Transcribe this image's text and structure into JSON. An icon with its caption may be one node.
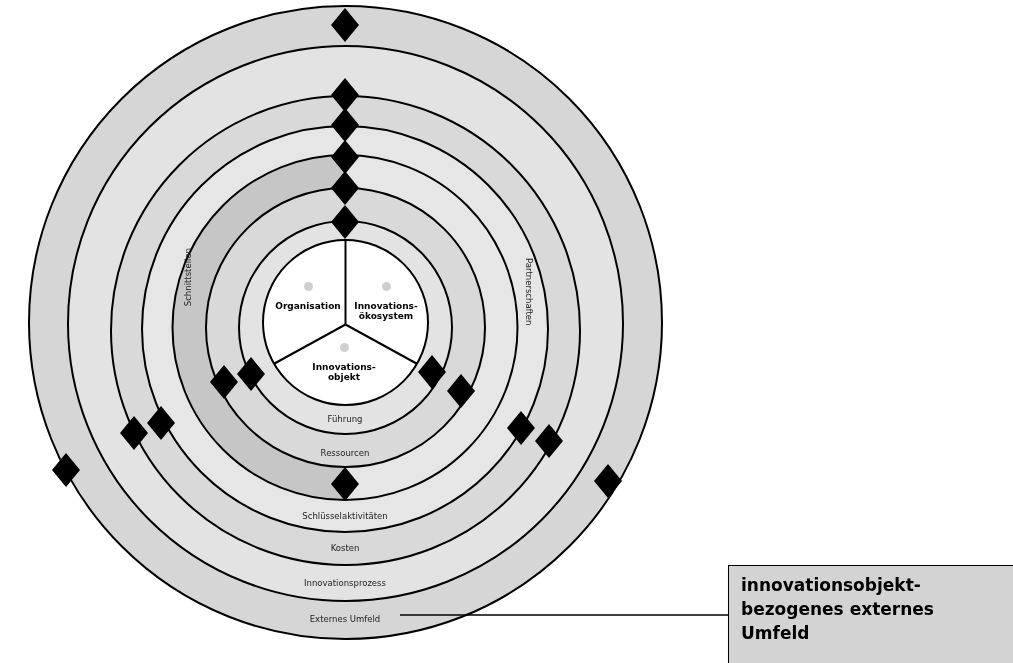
{
  "diagram": {
    "nodes": [
      {
        "text": [
          "Externes Umfeld"
        ]
      },
      {
        "text": [
          "Innovationsprozess"
        ],
        "in": 0
      },
      {
        "text": [
          "Kosten"
        ],
        "in": 1
      },
      {
        "text": [
          "Schlüsselaktivitäten"
        ],
        "in": 2
      },
      {
        "text": [
          "Ressourcen"
        ],
        "in": 3
      },
      {
        "text": [
          "Führung"
        ],
        "in": 4
      },
      {
        "text": [
          "Organisation"
        ],
        "in": 5
      },
      {
        "text": [
          "Innovations- ökosystem"
        ],
        "in": 5
      },
      {
        "text": [
          "Innovations- objekt"
        ],
        "in": 5
      },
      {
        "text": [
          "innovationsobjekt- bezogenes externes Umfeld"
        ]
      }
    ],
    "edges": [
      {
        "from": 9,
        "to": 0,
        "arrow": "none"
      }
    ],
    "labels": [
      "Schnittstellen",
      "Partnerschaften"
    ]
  }
}
